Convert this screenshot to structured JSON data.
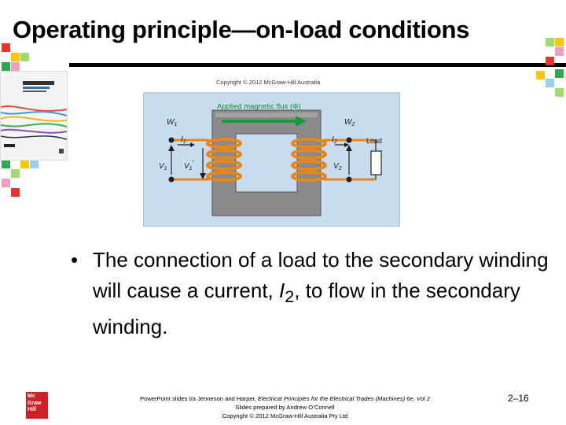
{
  "slide": {
    "title": "Operating principle—on-load conditions",
    "figure_copyright": "Copyright © 2012 McGraw-Hill Australia",
    "bullet_part1": "The connection of a load to the secondary winding will cause a current, ",
    "bullet_var": "I",
    "bullet_sub": "2",
    "bullet_part2": ", to flow in the secondary winding.",
    "bullet_symbol": "•",
    "page_number": "2–16"
  },
  "diagram": {
    "flux_label": "Applied magnetic flux (Φ)",
    "w1": "W",
    "w1_sub": "1",
    "w2": "W",
    "w2_sub": "2",
    "i1": "I",
    "i1_sub": "1",
    "i2": "I",
    "i2_sub": "2",
    "v1": "V",
    "v1_sub": "1",
    "v1p": "V",
    "v1p_sub": "1",
    "v1p_prime": "′",
    "v2": "V",
    "v2_sub": "2",
    "load": "Load"
  },
  "footer": {
    "line1_pre": "PowerPoint slides t/a Jenneson and Harper, ",
    "line1_italic": "Electrical Principles for the Electrical Trades (Machines) 6e, Vol 2",
    "line2": "Slides prepared by Andrew O’Connell",
    "line3": "Copyright © 2012 McGraw-Hill Australia Pty Ltd"
  },
  "logo": {
    "line1": "Mc",
    "line2": "Graw",
    "line3": "Hill"
  },
  "colors": {
    "flux_arrow": "#1a9a3a",
    "coil": "#e8861c",
    "core": "#8a8a8a",
    "figure_bg": "#c8dcef",
    "logo": "#cf2027"
  }
}
